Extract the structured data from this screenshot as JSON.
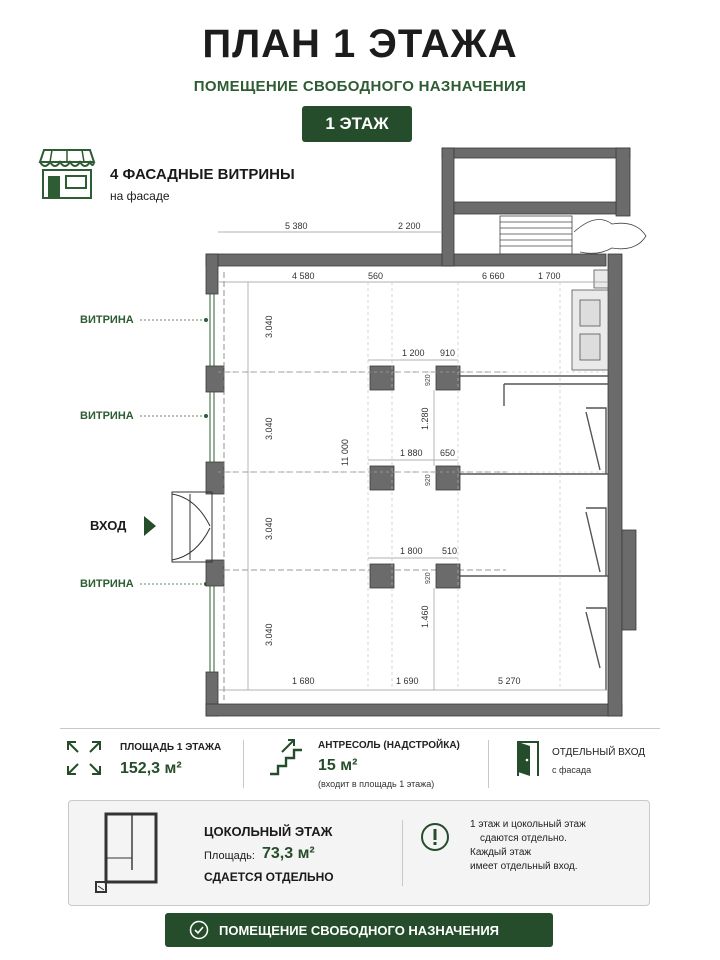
{
  "header": {
    "title": "ПЛАН 1 ЭТАЖА",
    "subtitle": "ПОМЕЩЕНИЕ СВОБОДНОГО НАЗНАЧЕНИЯ",
    "floor_badge": "1 ЭТАЖ"
  },
  "vitrines": {
    "heading": "4 ФАСАДНЫЕ ВИТРИНЫ",
    "sub": "на фасаде"
  },
  "plan": {
    "labels": {
      "vitrina_1": "ВИТРИНА",
      "vitrina_2": "ВИТРИНА",
      "vitrina_3": "ВИТРИНА",
      "entrance": "ВХОД"
    },
    "dims": {
      "top_outer_a": "5 380",
      "top_outer_b": "2 200",
      "top_inner_a": "4 580",
      "top_inner_b": "560",
      "top_inner_c": "6 660",
      "top_inner_d": "1 700",
      "row1_a": "1 200",
      "row1_b": "910",
      "row2_a": "1 880",
      "row2_b": "650",
      "row3_a": "1 800",
      "row3_b": "510",
      "bottom_a": "1 680",
      "bottom_b": "1 690",
      "bottom_c": "5 270",
      "vert_1": "3.040",
      "vert_2": "3.040",
      "vert_3": "3.040",
      "vert_4": "3.040",
      "vert_total": "11 000",
      "vert_mid_1": "1.280",
      "vert_mid_2": "1.460",
      "col_1": "920",
      "col_2": "920",
      "col_3": "920"
    }
  },
  "stats": {
    "area_label": "ПЛОЩАДЬ 1 ЭТАЖА",
    "area_value": "152,3 м²",
    "mezz_label": "АНТРЕСОЛЬ (НАДСТРОЙКА)",
    "mezz_value": "15 м²",
    "mezz_note": "(входит в площадь 1 этажа)",
    "entrance_label": "ОТДЕЛЬНЫЙ ВХОД",
    "entrance_note": "с фасада"
  },
  "basement": {
    "title": "ЦОКОЛЬНЫЙ ЭТАЖ",
    "area_label": "Площадь:",
    "area_value": "73,3 м²",
    "rent_note": "СДАЕТСЯ ОТДЕЛЬНО",
    "info_line_1": "1 этаж и цокольный этаж",
    "info_line_2": "сдаются отдельно.",
    "info_line_3": "Каждый этаж",
    "info_line_4": "имеет отдельный вход."
  },
  "footer": {
    "button_label": "ПОМЕЩЕНИЕ СВОБОДНОГО НАЗНАЧЕНИЯ"
  },
  "colors": {
    "brand_green": "#264d2b",
    "wall_gray": "#666666"
  }
}
